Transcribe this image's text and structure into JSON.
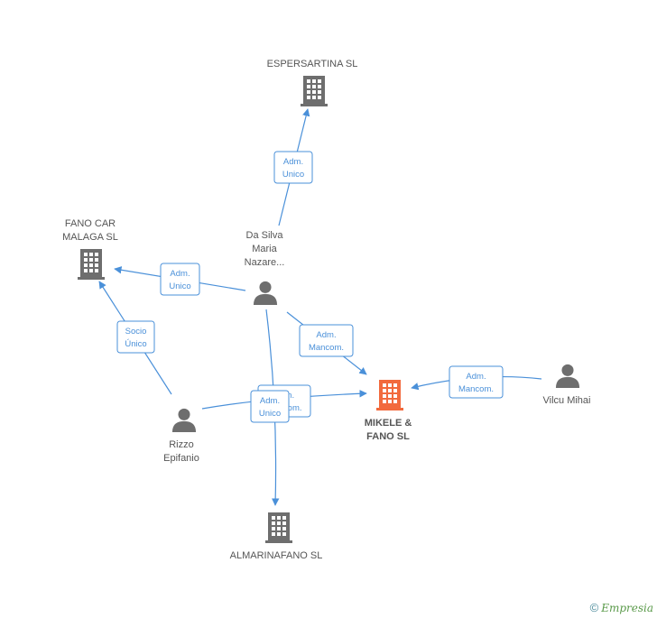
{
  "nodes": {
    "espersartina": {
      "label_lines": [
        "ESPERSARTINA SL"
      ],
      "kind": "company"
    },
    "fano_car": {
      "label_lines": [
        "FANO CAR",
        "MALAGA SL"
      ],
      "kind": "company"
    },
    "da_silva": {
      "label_lines": [
        "Da Silva",
        "Maria",
        "Nazare..."
      ],
      "kind": "person"
    },
    "mikele": {
      "label_lines": [
        "MIKELE &",
        "FANO SL"
      ],
      "kind": "focus-company"
    },
    "vilcu": {
      "label_lines": [
        "Vilcu Mihai"
      ],
      "kind": "person"
    },
    "rizzo": {
      "label_lines": [
        "Rizzo",
        "Epifanio"
      ],
      "kind": "person"
    },
    "almarinafano": {
      "label_lines": [
        "ALMARINAFANO SL"
      ],
      "kind": "company"
    }
  },
  "edges": [
    {
      "id": "e1",
      "label_lines": [
        "Adm.",
        "Unico"
      ]
    },
    {
      "id": "e2",
      "label_lines": [
        "Adm.",
        "Unico"
      ]
    },
    {
      "id": "e3",
      "label_lines": [
        "Adm.",
        "Mancom."
      ]
    },
    {
      "id": "e4",
      "label_lines": [
        "Adm.",
        "Mancom."
      ]
    },
    {
      "id": "e5",
      "label_lines": [
        "Socio",
        "Único"
      ]
    },
    {
      "id": "e6",
      "label_lines": [
        "Adm.",
        "Mancom."
      ]
    },
    {
      "id": "e7",
      "label_lines": [
        "Adm.",
        "Unico"
      ]
    }
  ],
  "colors": {
    "edge": "#4a90d9",
    "company_icon": "#6e6e6e",
    "focus_icon": "#f26a3d",
    "person_icon": "#6e6e6e"
  },
  "footer": {
    "copyright_symbol": "©",
    "brand": "Empresia"
  }
}
